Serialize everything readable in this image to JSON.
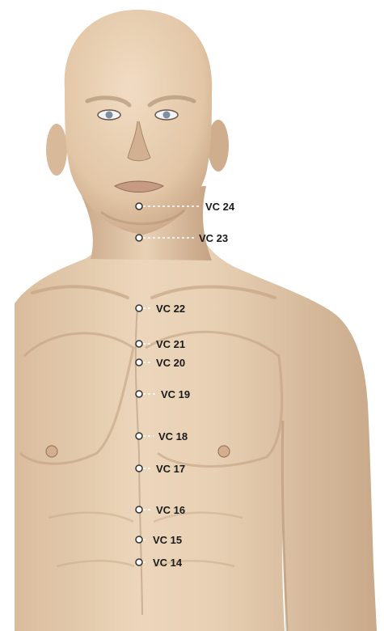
{
  "points": [
    {
      "label": "VC 24"
    },
    {
      "label": "VC 23"
    },
    {
      "label": "VC 22"
    },
    {
      "label": "VC 21"
    },
    {
      "label": "VC 20"
    },
    {
      "label": "VC 19"
    },
    {
      "label": "VC 18"
    },
    {
      "label": "VC 17"
    },
    {
      "label": "VC 16"
    },
    {
      "label": "VC 15"
    },
    {
      "label": "VC 14"
    }
  ],
  "colors": {
    "skin": "#e6cdb0",
    "skin_shadow": "#c9a98a",
    "marker_stroke": "#333333",
    "label": "#1a1a1a"
  }
}
